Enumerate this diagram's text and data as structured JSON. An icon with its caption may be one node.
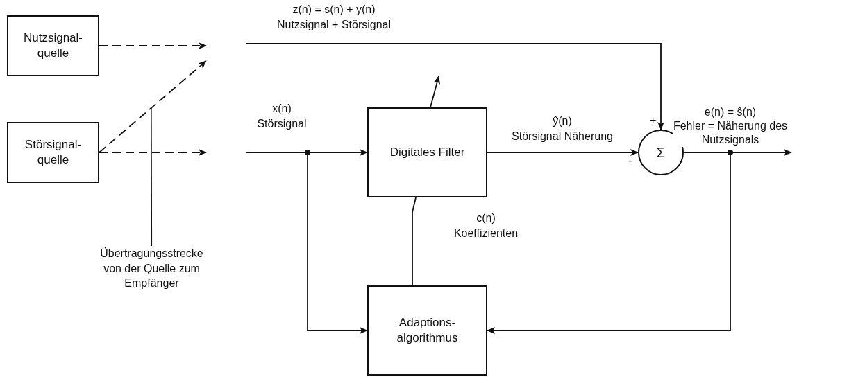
{
  "diagram": {
    "nodes": [
      {
        "text": [
          "Nutzsignal- quelle"
        ]
      },
      {
        "text": [
          "Störsignal- quelle"
        ]
      },
      {
        "text": [
          "Digitales Filter"
        ]
      },
      {
        "text": [
          "Adaptions- algorithmus"
        ]
      },
      {
        "text": [
          "Σ"
        ]
      },
      {
        "text": [
          "Übertragungsstrecke von der Quelle zum Empfänger"
        ]
      }
    ],
    "edges": [
      {
        "from": 0,
        "to": null,
        "arrow": "to",
        "style": "dashed"
      },
      {
        "from": 1,
        "to": null,
        "arrow": "to",
        "style": "dashed"
      },
      {
        "from": 1,
        "to": null,
        "arrow": "to",
        "style": "dashed"
      },
      {
        "from": null,
        "to": 4,
        "arrow": "to",
        "label": "z(n) = s(n) + y(n) Nutzsignal + Störsignal"
      },
      {
        "from": null,
        "to": 2,
        "arrow": "to",
        "label": "x(n) Störsignal"
      },
      {
        "from": null,
        "to": 3,
        "arrow": "to"
      },
      {
        "from": 2,
        "to": 4,
        "arrow": "to",
        "label": "ŷ(n) Störsignal Näherung"
      },
      {
        "from": 4,
        "to": null,
        "arrow": "to",
        "label": "e(n) = ŝ(n) Fehler = Näherung des Nutzsignals"
      },
      {
        "from": 4,
        "to": 3,
        "arrow": "to"
      },
      {
        "from": 3,
        "to": 2,
        "arrow": "none",
        "label": "c(n) Koeffizienten"
      },
      {
        "from": 2,
        "to": null,
        "arrow": "to"
      },
      {
        "from": 5,
        "to": null,
        "arrow": "none"
      }
    ],
    "labels": [
      "+",
      "-"
    ]
  }
}
